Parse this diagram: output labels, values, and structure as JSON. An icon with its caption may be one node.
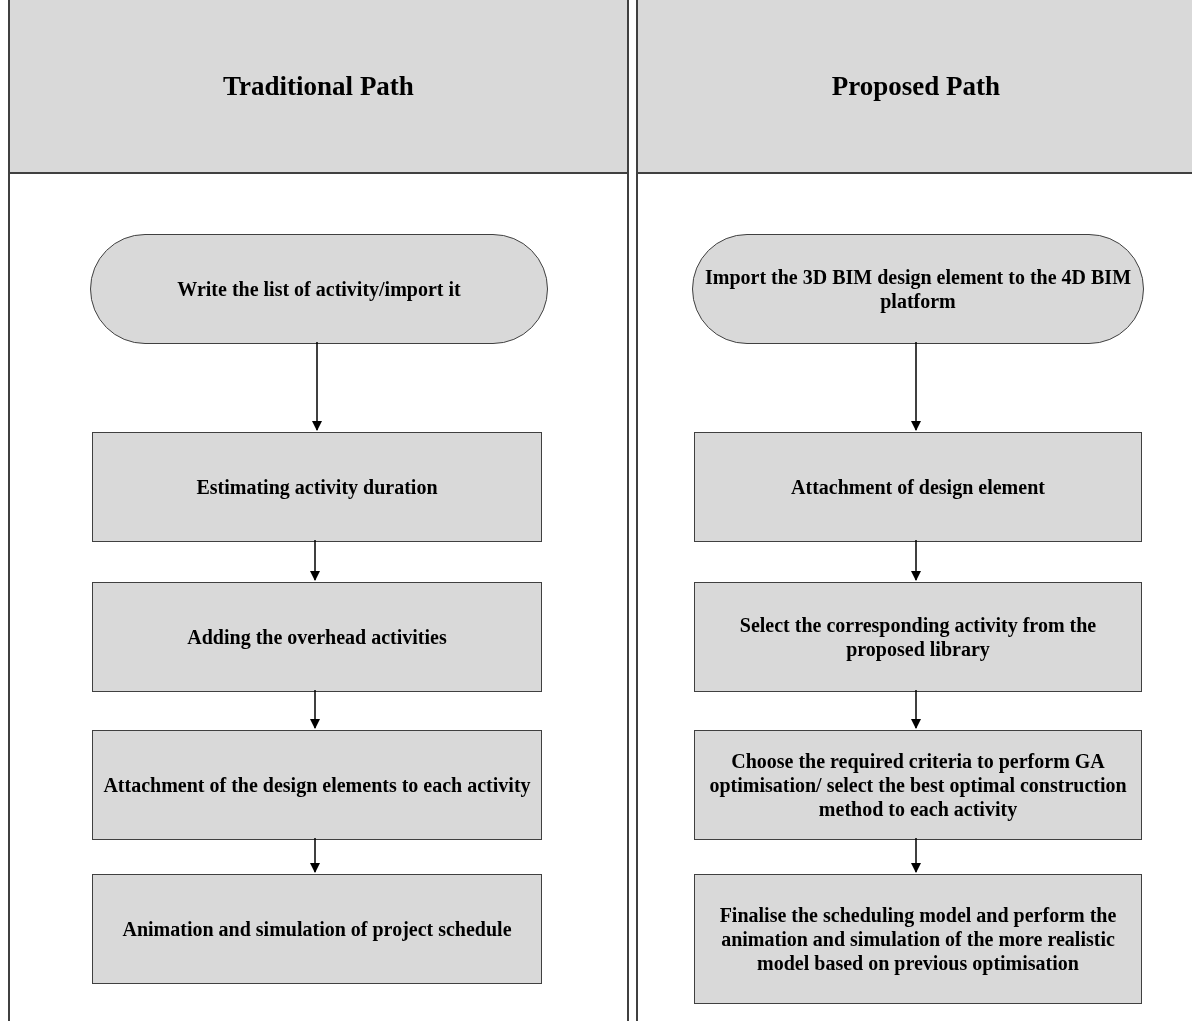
{
  "diagram": {
    "nodes": [
      {
        "text": [
          "Traditional Path"
        ]
      },
      {
        "text": [
          "Write the list of activity/import it"
        ],
        "in": 0
      },
      {
        "text": [
          "Estimating activity duration"
        ],
        "in": 0
      },
      {
        "text": [
          "Adding the overhead activities"
        ],
        "in": 0
      },
      {
        "text": [
          "Attachment of the design elements to each activity"
        ],
        "in": 0
      },
      {
        "text": [
          "Animation and simulation of project schedule"
        ],
        "in": 0
      },
      {
        "text": [
          "Proposed Path"
        ]
      },
      {
        "text": [
          "Import the 3D BIM design element to the 4D BIM platform"
        ],
        "in": 6
      },
      {
        "text": [
          "Attachment of design element"
        ],
        "in": 6
      },
      {
        "text": [
          "Select the corresponding activity from the proposed library"
        ],
        "in": 6
      },
      {
        "text": [
          "Choose the required criteria to perform GA optimisation/ select the best optimal construction method to each activity"
        ],
        "in": 6
      },
      {
        "text": [
          "Finalise the scheduling model and perform the animation and simulation of the more realistic model based on previous optimisation"
        ],
        "in": 6
      }
    ],
    "edges": [
      {
        "from": 1,
        "to": 2,
        "arrow": "to"
      },
      {
        "from": 2,
        "to": 3,
        "arrow": "to"
      },
      {
        "from": 3,
        "to": 4,
        "arrow": "to"
      },
      {
        "from": 4,
        "to": 5,
        "arrow": "to"
      },
      {
        "from": 7,
        "to": 8,
        "arrow": "to"
      },
      {
        "from": 8,
        "to": 9,
        "arrow": "to"
      },
      {
        "from": 9,
        "to": 10,
        "arrow": "to"
      },
      {
        "from": 10,
        "to": 11,
        "arrow": "to"
      }
    ]
  }
}
